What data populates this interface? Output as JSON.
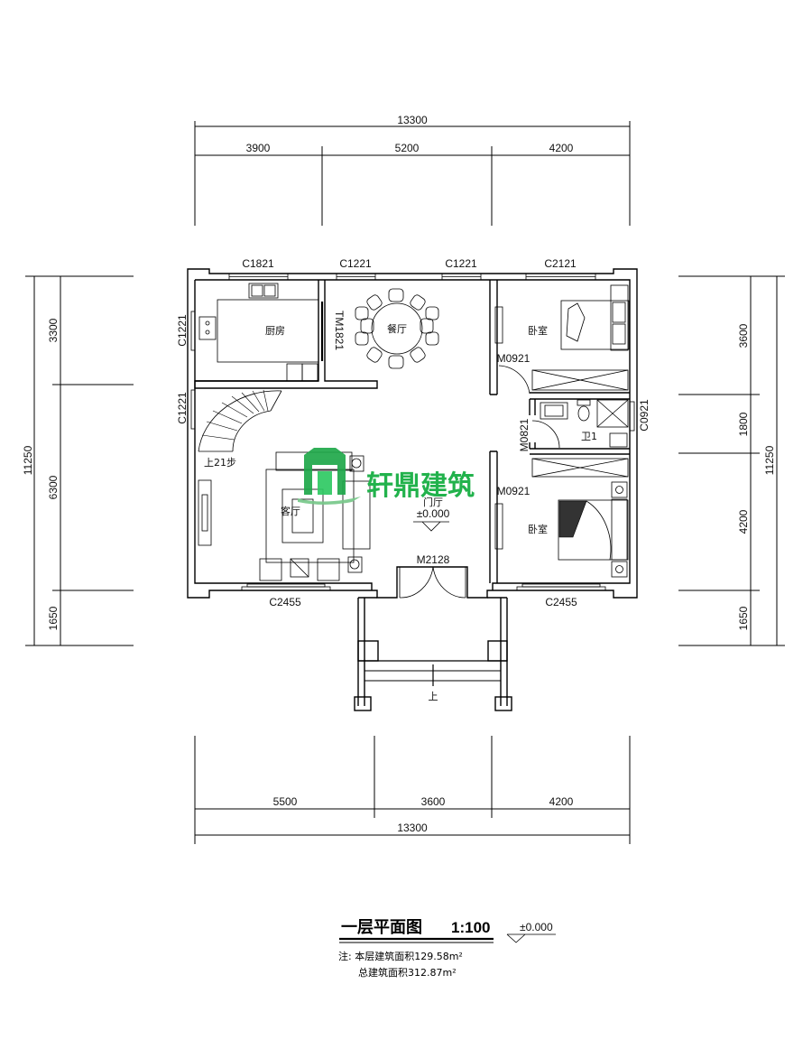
{
  "drawing": {
    "title": "一层平面图",
    "scale": "1:100",
    "level_mark": "±0.000",
    "notes": {
      "line1": "注: 本层建筑面积129.58m²",
      "line2": "总建筑面积312.87m²"
    }
  },
  "watermark": {
    "text": "轩鼎建筑",
    "color": "#22b24c"
  },
  "dimensions": {
    "top": {
      "total": "13300",
      "segments": [
        "3900",
        "5200",
        "4200"
      ]
    },
    "bottom": {
      "total": "13300",
      "segments": [
        "5500",
        "3600",
        "4200"
      ]
    },
    "left": {
      "total": "11250",
      "segments": [
        "3300",
        "6300",
        "1650"
      ]
    },
    "right": {
      "total": "11250",
      "segments": [
        "3600",
        "1800",
        "4200",
        "1650"
      ]
    }
  },
  "rooms": {
    "kitchen": "厨房",
    "dining": "餐厅",
    "bedroom_north": "卧室",
    "bathroom": "卫1",
    "living": "客厅",
    "hall": "门厅",
    "hall_level": "±0.000",
    "bedroom_south": "卧室"
  },
  "openings": {
    "window_kitchen_top": "C1821",
    "window_dining_top_1": "C1221",
    "window_dining_top_2": "C1221",
    "window_bedroom_top": "C2121",
    "window_kitchen_left": "C1221",
    "window_stair_left": "C1221",
    "sliding_door_kitchen": "TM1821",
    "door_bedroom_north": "M0921",
    "door_bathroom": "M0821",
    "window_bathroom": "C0921",
    "door_bedroom_south": "M0921",
    "main_door": "M2128",
    "window_living_bottom": "C2455",
    "window_bedroom_bottom": "C2455"
  },
  "stairs": {
    "label": "上21步",
    "entry_up": "上"
  }
}
